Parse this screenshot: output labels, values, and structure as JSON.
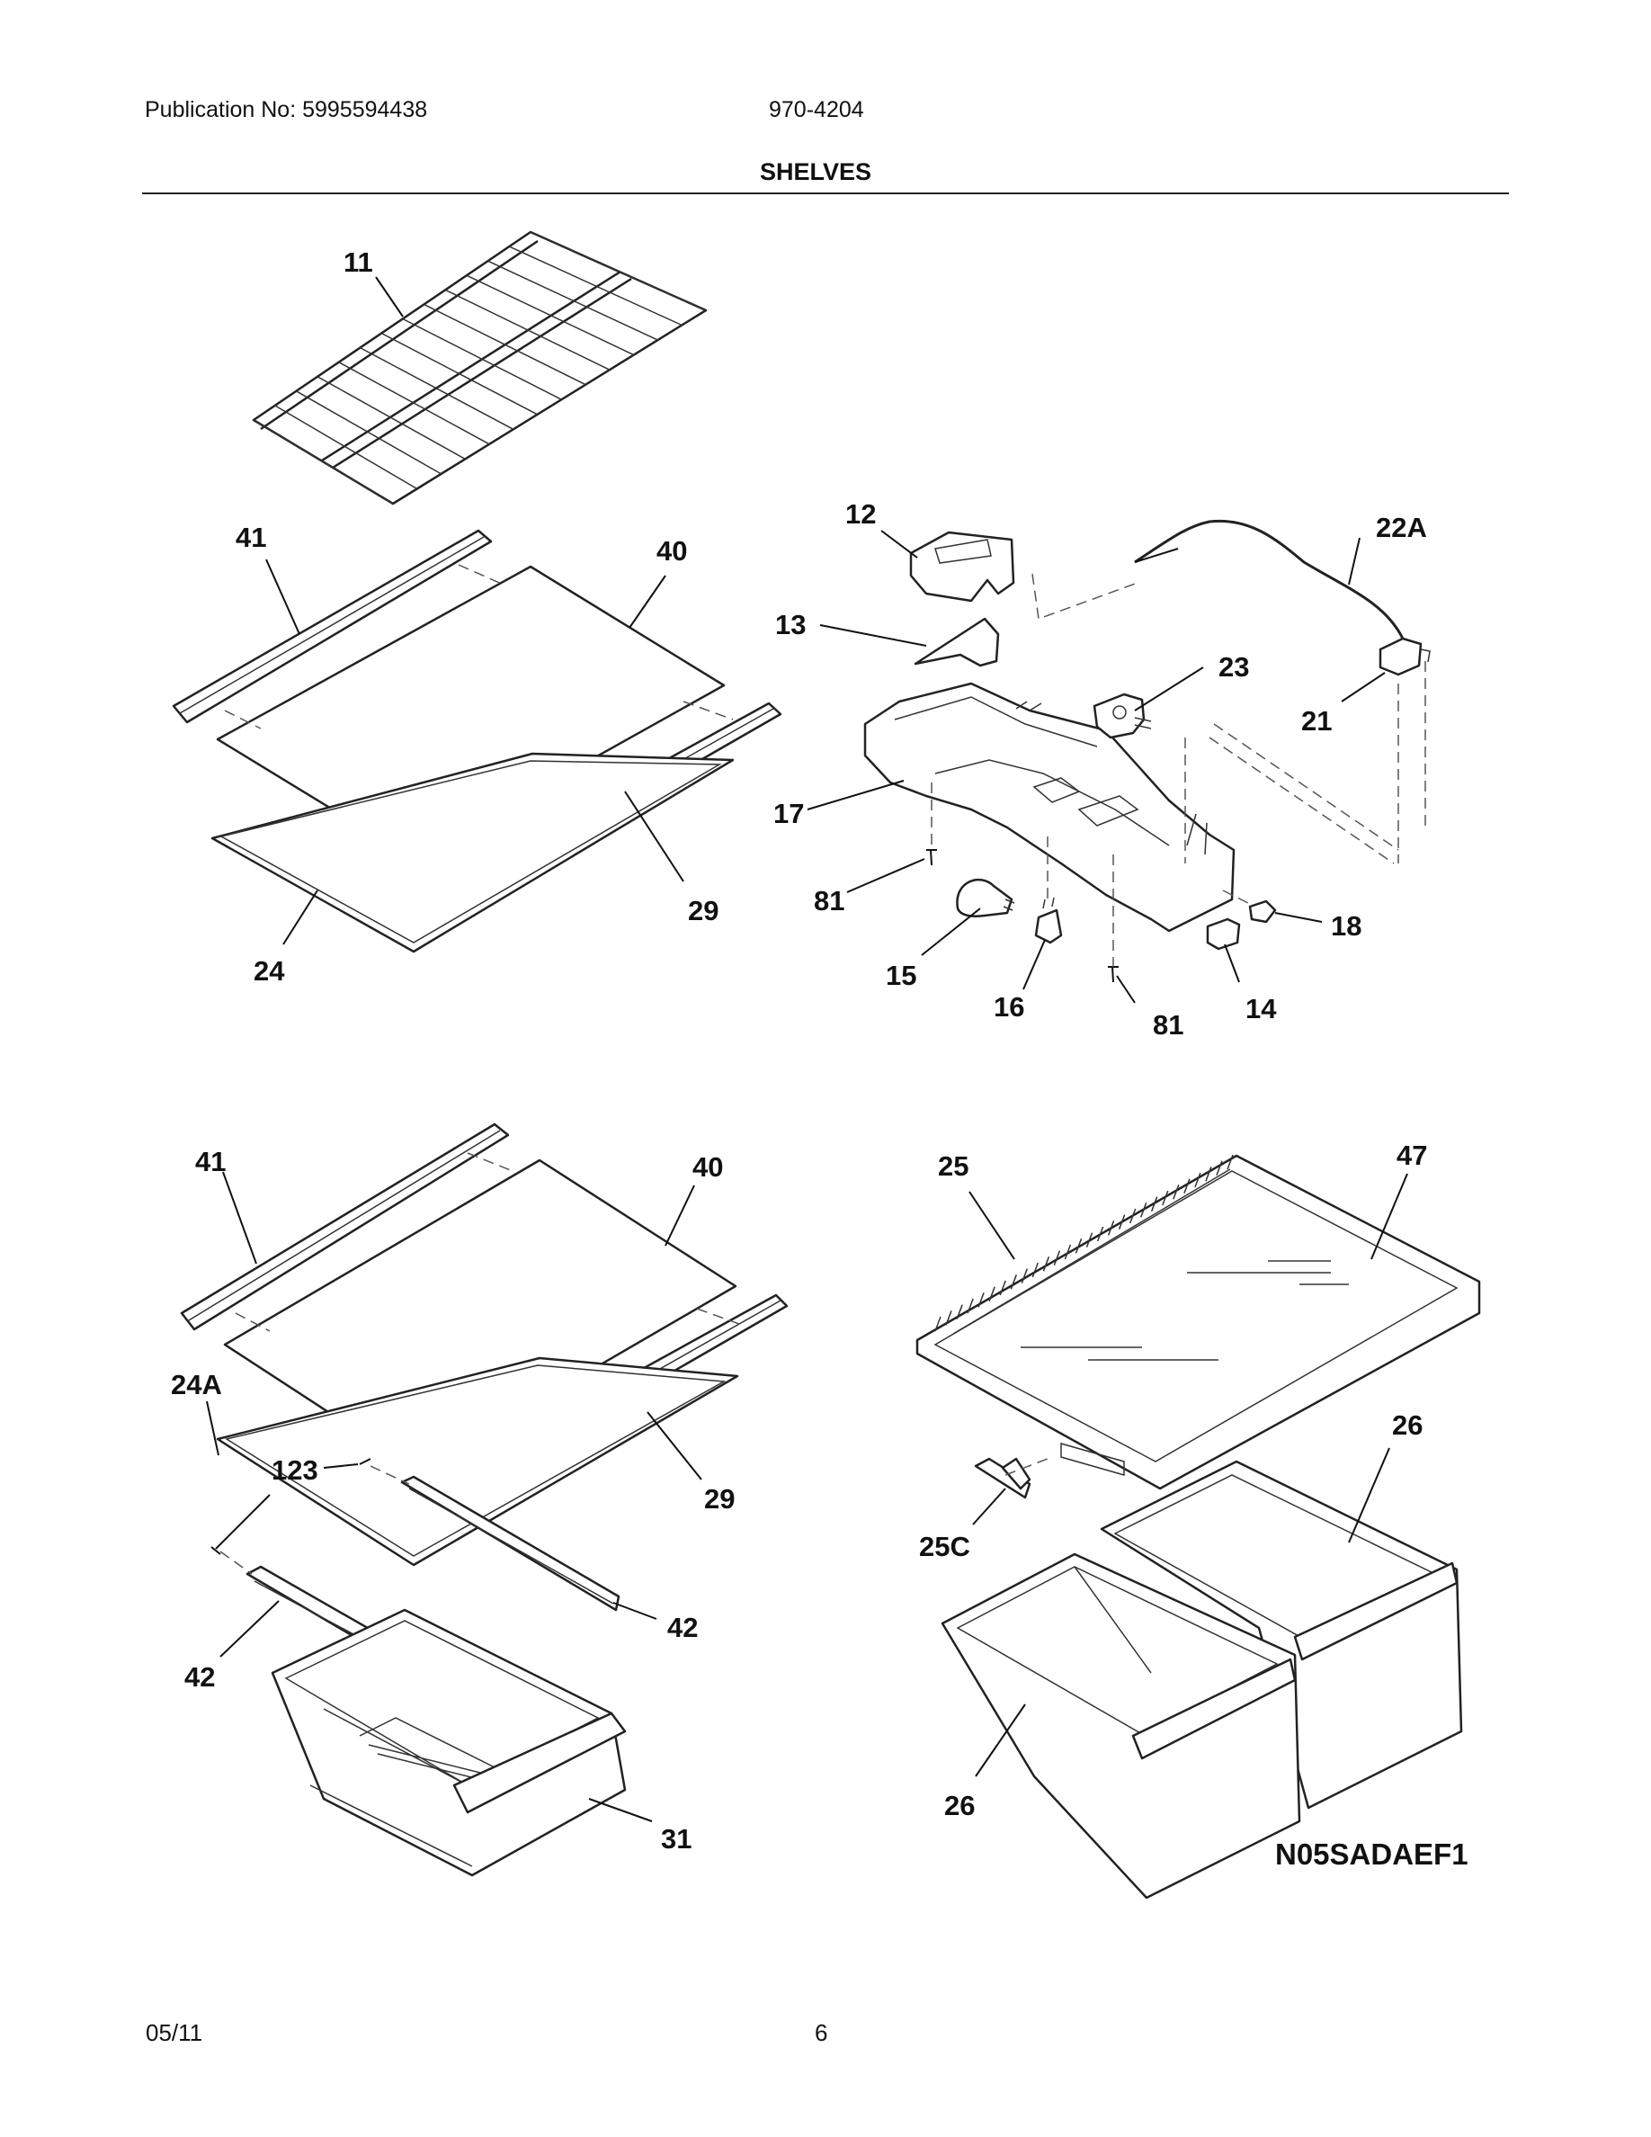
{
  "header": {
    "publication": "Publication No: 5995594438",
    "model": "970-4204",
    "title": "SHELVES"
  },
  "footer": {
    "date": "05/11",
    "page": "6"
  },
  "diagram": {
    "code": "N05SADAEF1",
    "callouts": {
      "c11": "11",
      "c41a": "41",
      "c40a": "40",
      "c29a": "29",
      "c24": "24",
      "c12": "12",
      "c13": "13",
      "c22a": "22A",
      "c23": "23",
      "c21": "21",
      "c17": "17",
      "c81a": "81",
      "c15": "15",
      "c16": "16",
      "c81b": "81",
      "c14": "14",
      "c18": "18",
      "c41b": "41",
      "c40b": "40",
      "c24a": "24A",
      "c123": "123",
      "c29b": "29",
      "c42a": "42",
      "c42b": "42",
      "c31": "31",
      "c25": "25",
      "c47": "47",
      "c26a": "26",
      "c25c": "25C",
      "c26b": "26"
    }
  }
}
